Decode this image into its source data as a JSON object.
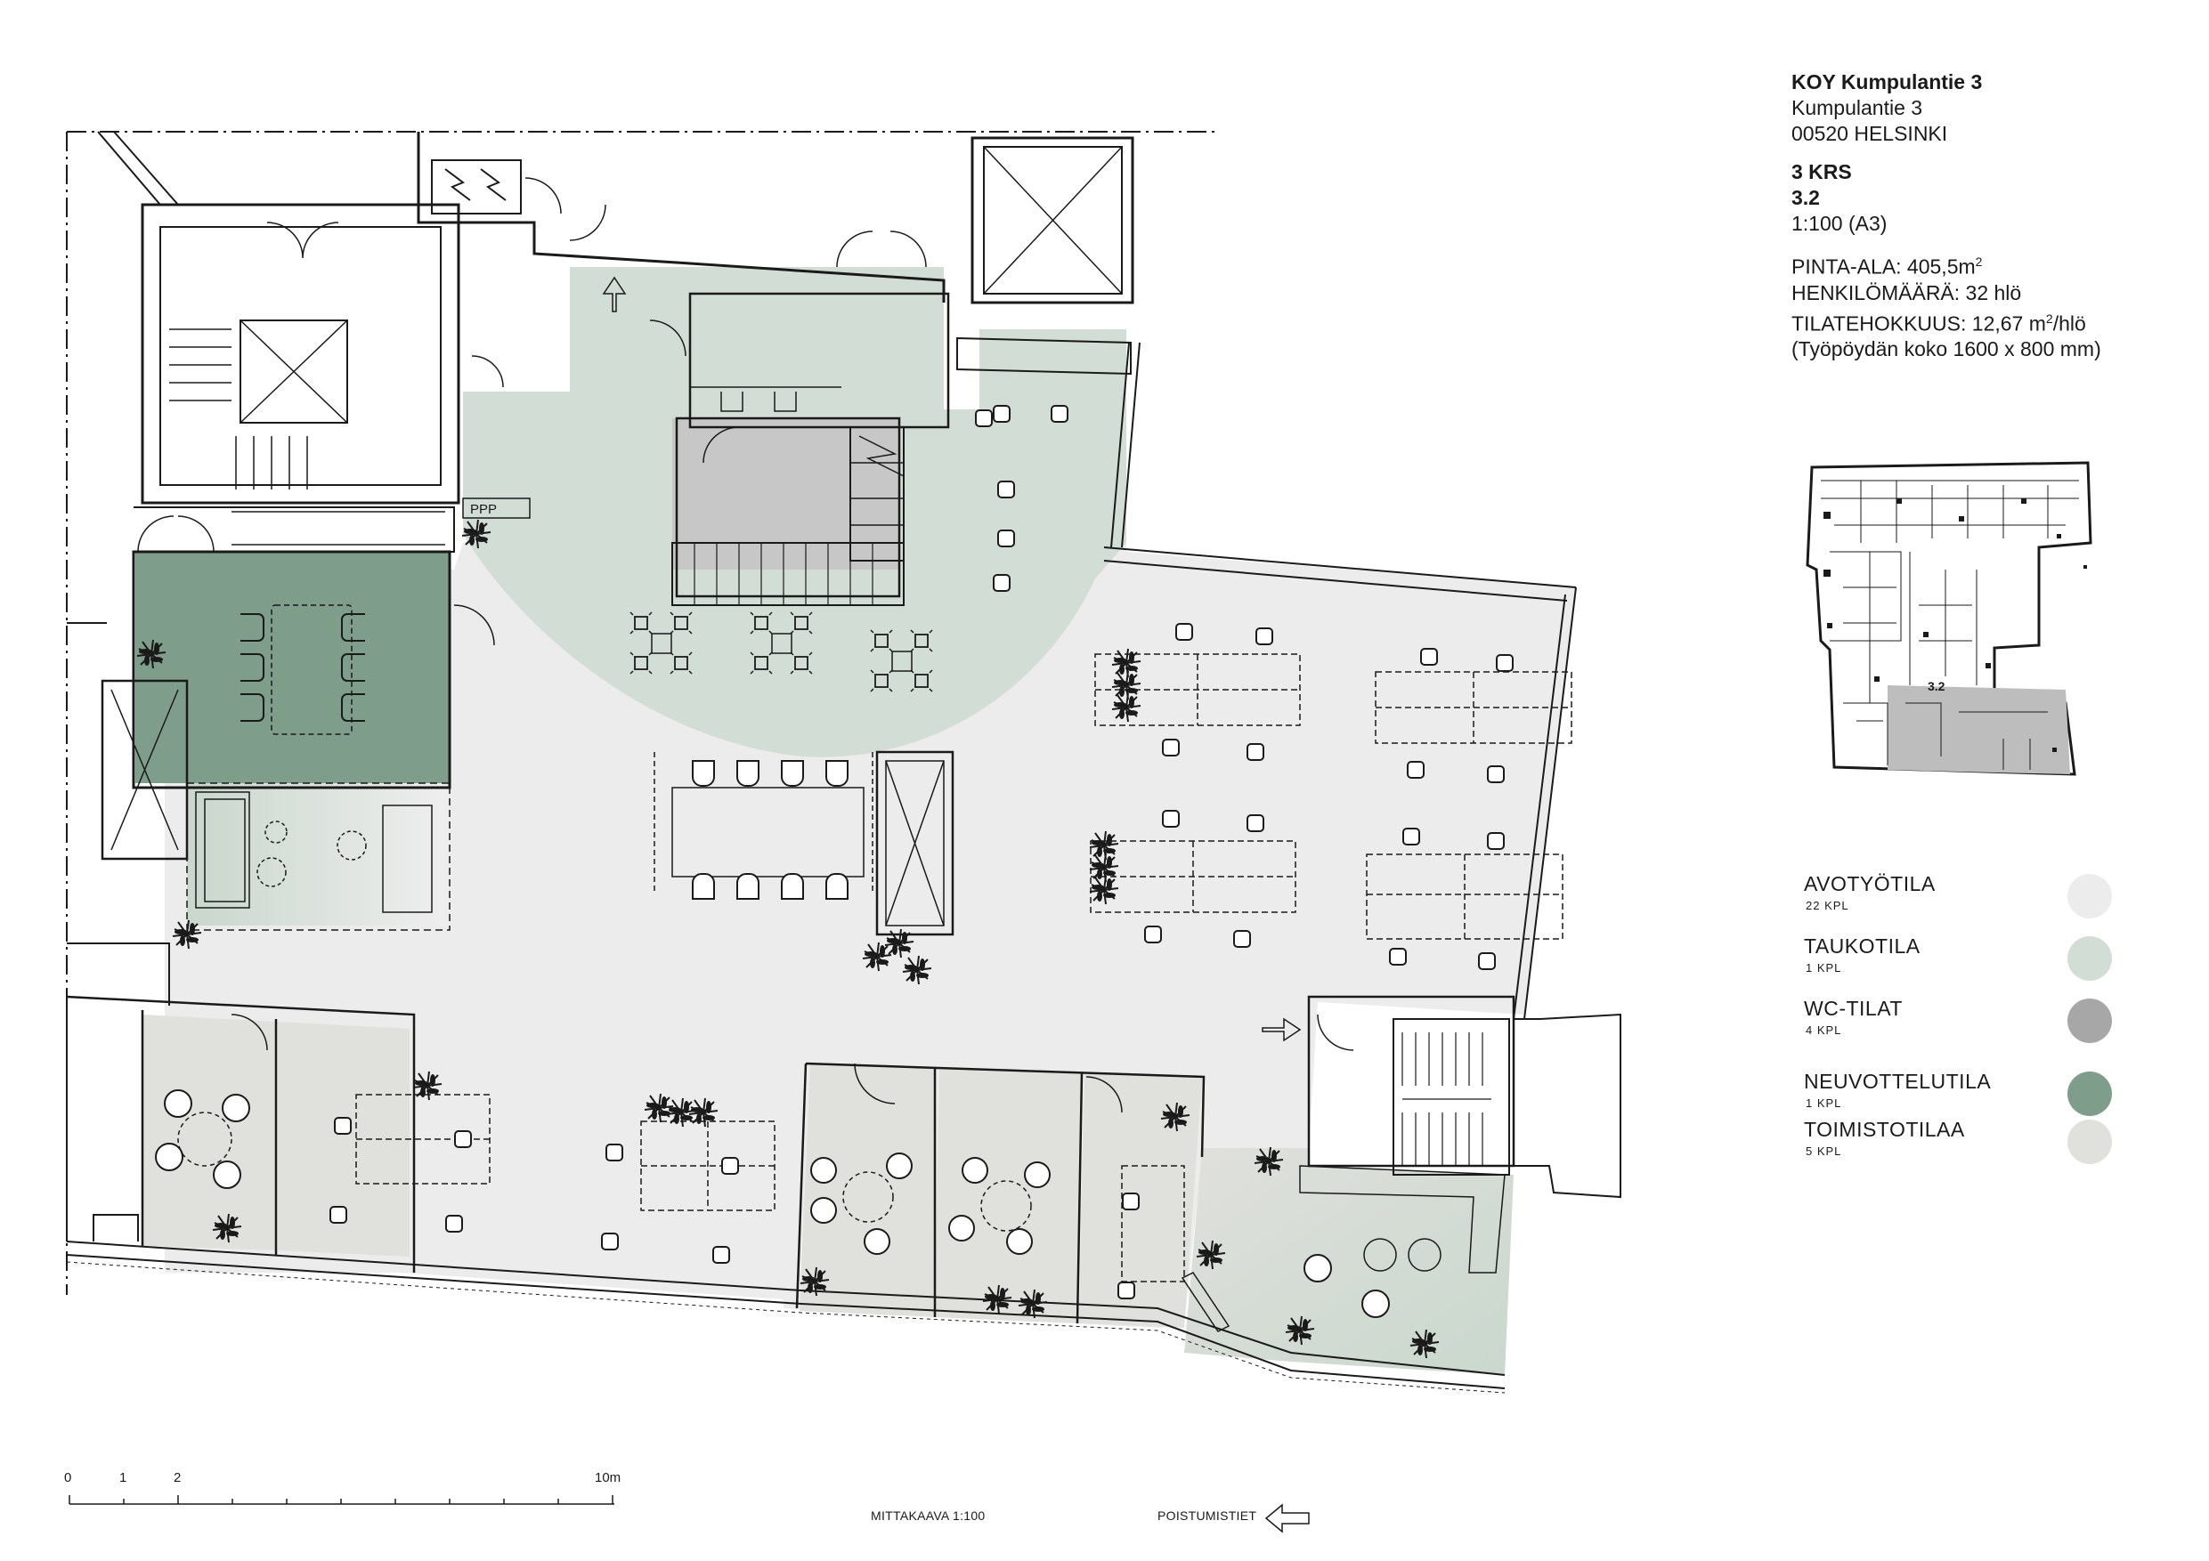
{
  "header": {
    "building": "KOY Kumpulantie 3",
    "street": "Kumpulantie 3",
    "postal_city": "00520 HELSINKI",
    "floor": "3 KRS",
    "unit": "3.2",
    "scale": "1:100 (A3)",
    "area_label": "PINTA-ALA: 405,5m",
    "area_sup": "2",
    "persons": "HENKILÖMÄÄRÄ: 32 hlö",
    "efficiency_label": "TILATEHOKKUUS: 12,67 m",
    "efficiency_sup": "2",
    "efficiency_unit": "/hlö",
    "desk_size": "(Työpöydän koko 1600 x 800 mm)"
  },
  "legend": [
    {
      "name": "AVOTYÖTILA",
      "count": "22  KPL",
      "color": "#ececec"
    },
    {
      "name": "TAUKOTILA",
      "count": "1 KPL",
      "color": "#d2ddd6"
    },
    {
      "name": "WC-TILAT",
      "count": "4 KPL",
      "color": "#a7a7a7"
    },
    {
      "name": "NEUVOTTELUTILA",
      "count": "1 KPL",
      "color": "#7f9d8b"
    },
    {
      "name": "TOIMISTOTILAA",
      "count": "5 KPL",
      "color": "#e0e0dc"
    }
  ],
  "scale_bar": {
    "ticks": [
      "0",
      "1",
      "2",
      "10m"
    ],
    "caption": "MITTAKAAVA 1:100"
  },
  "exit_label": "POISTUMISTIET",
  "keyplan_label": "3.2",
  "plan_labels": {
    "stair_tag": "PPP"
  },
  "colors": {
    "open_office": "#ececec",
    "break_room": "#d2ddd6",
    "wc": "#a7a7a7",
    "meeting": "#7f9d8b",
    "office": "#e0e0dc",
    "line": "#1a1a1a"
  }
}
